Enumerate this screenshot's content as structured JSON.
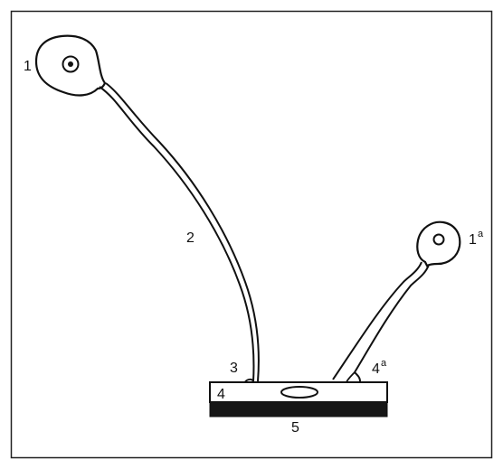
{
  "diagram": {
    "labels": {
      "neuron_1": "1",
      "axon_2": "2",
      "terminal_3": "3",
      "segment_4": "4",
      "segment_5": "5",
      "neuron_1a_main": "1",
      "neuron_1a_sup": "a",
      "terminal_4a_main": "4",
      "terminal_4a_sup": "a"
    },
    "colors": {
      "stroke": "#111111",
      "background": "#ffffff",
      "bottom_band": "#161616"
    }
  }
}
